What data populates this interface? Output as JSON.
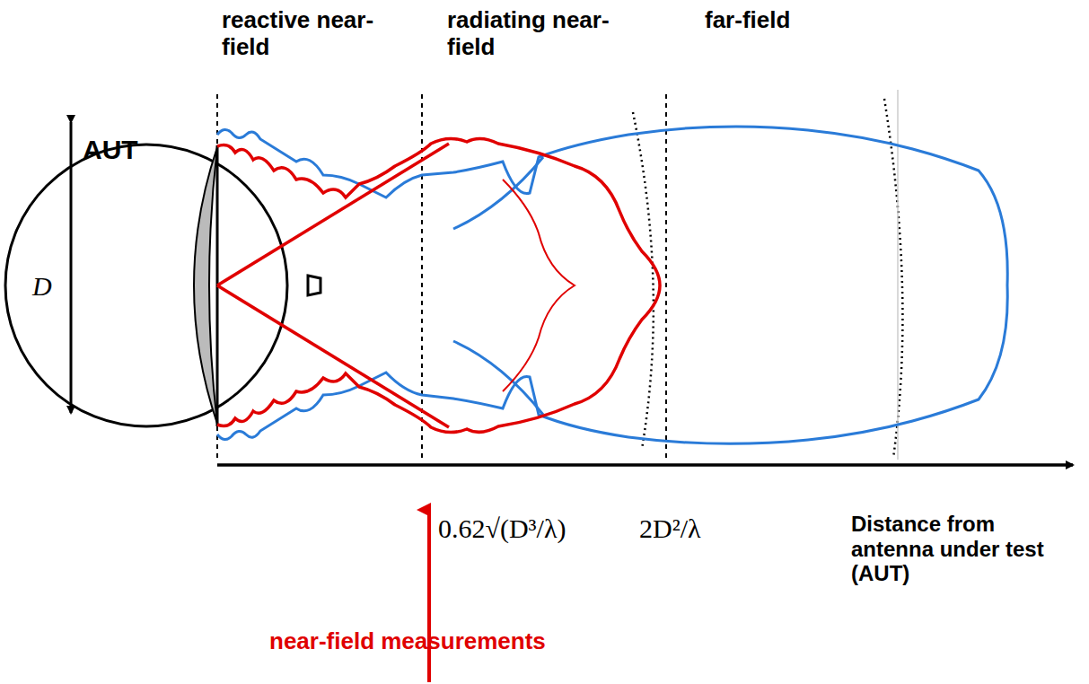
{
  "diagram": {
    "labels": [
      "reactive near-field",
      "radiating near-field",
      "far-field",
      "AUT",
      "D",
      "0.62√(D³/λ)",
      "2D²/λ",
      "Distance from antenna under test (AUT)",
      "near-field measurements"
    ]
  }
}
